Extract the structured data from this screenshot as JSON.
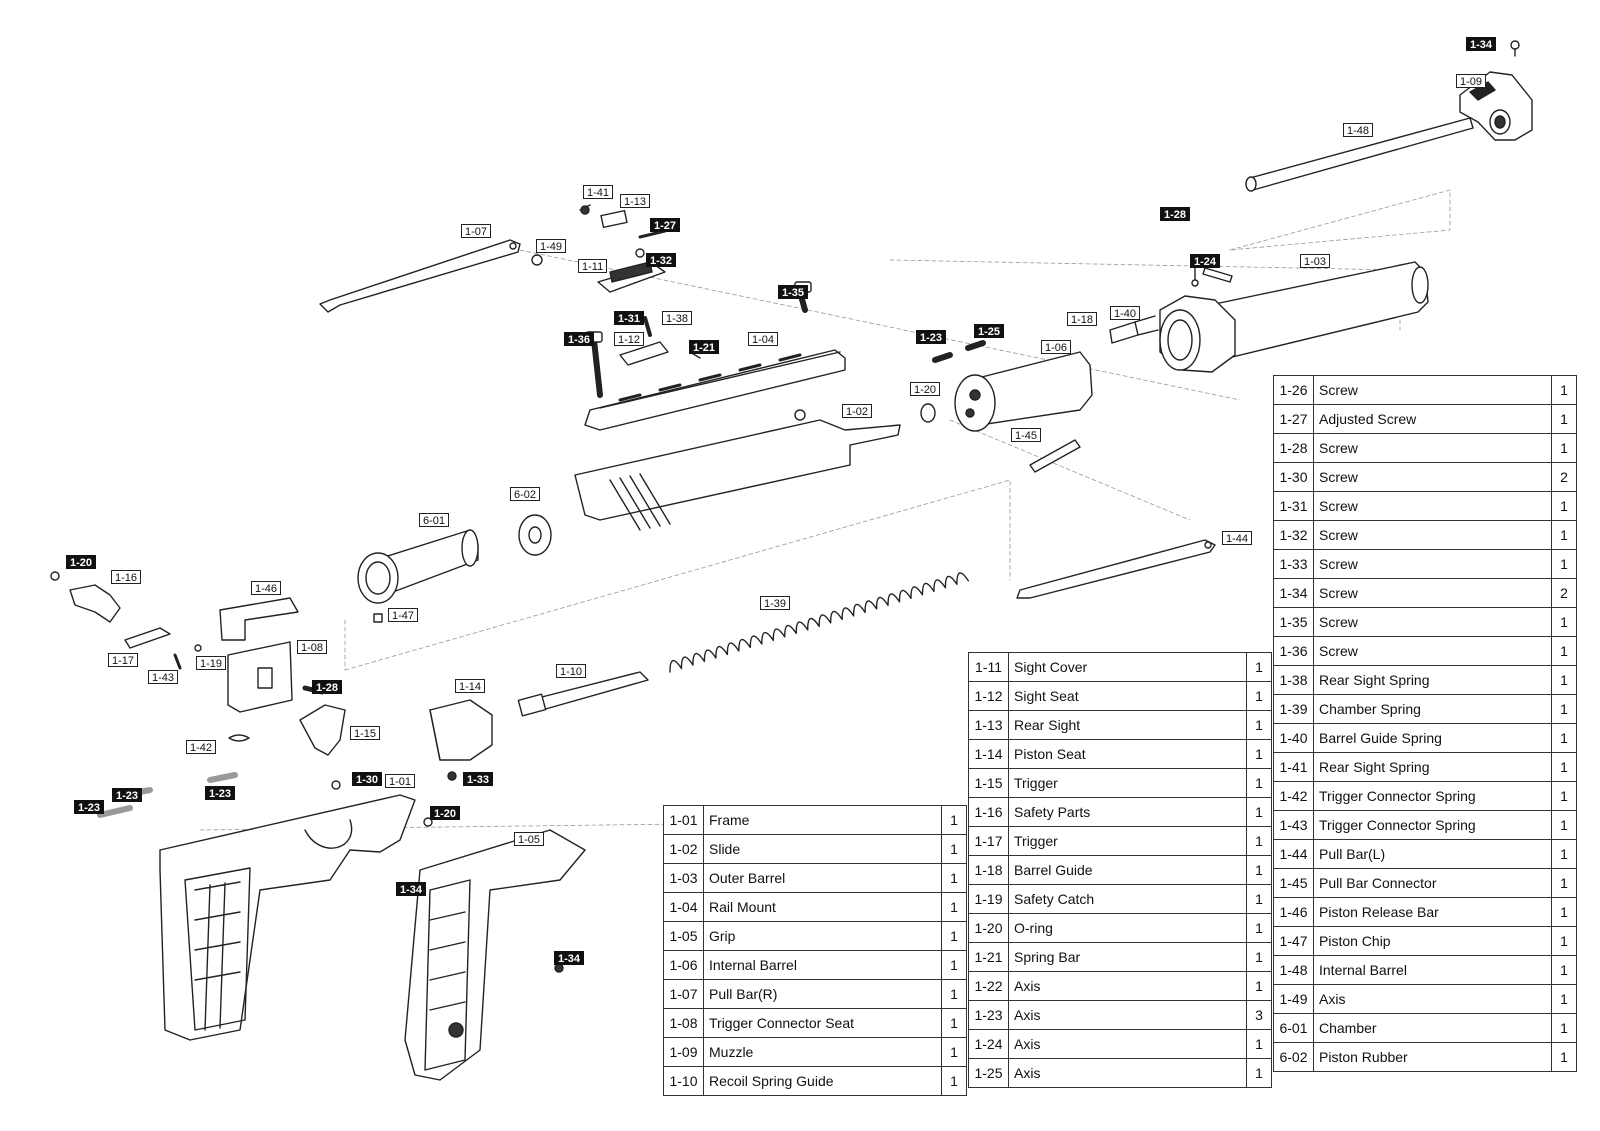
{
  "diagram": {
    "callouts": [
      {
        "id": "c-1-34-top",
        "label": "1-34",
        "style": "black"
      },
      {
        "id": "c-1-09",
        "label": "1-09",
        "style": "white"
      },
      {
        "id": "c-1-48",
        "label": "1-48",
        "style": "white"
      },
      {
        "id": "c-1-41",
        "label": "1-41",
        "style": "white"
      },
      {
        "id": "c-1-13",
        "label": "1-13",
        "style": "white"
      },
      {
        "id": "c-1-27",
        "label": "1-27",
        "style": "black"
      },
      {
        "id": "c-1-07",
        "label": "1-07",
        "style": "white"
      },
      {
        "id": "c-1-49",
        "label": "1-49",
        "style": "white"
      },
      {
        "id": "c-1-32",
        "label": "1-32",
        "style": "black"
      },
      {
        "id": "c-1-11",
        "label": "1-11",
        "style": "white"
      },
      {
        "id": "c-1-28-top",
        "label": "1-28",
        "style": "black"
      },
      {
        "id": "c-1-24",
        "label": "1-24",
        "style": "black"
      },
      {
        "id": "c-1-03",
        "label": "1-03",
        "style": "white"
      },
      {
        "id": "c-1-35",
        "label": "1-35",
        "style": "black"
      },
      {
        "id": "c-1-31",
        "label": "1-31",
        "style": "black"
      },
      {
        "id": "c-1-38",
        "label": "1-38",
        "style": "white"
      },
      {
        "id": "c-1-36",
        "label": "1-36",
        "style": "black"
      },
      {
        "id": "c-1-12",
        "label": "1-12",
        "style": "white"
      },
      {
        "id": "c-1-21",
        "label": "1-21",
        "style": "black"
      },
      {
        "id": "c-1-04",
        "label": "1-04",
        "style": "white"
      },
      {
        "id": "c-1-18",
        "label": "1-18",
        "style": "white"
      },
      {
        "id": "c-1-40",
        "label": "1-40",
        "style": "white"
      },
      {
        "id": "c-1-23-mid",
        "label": "1-23",
        "style": "black"
      },
      {
        "id": "c-1-25",
        "label": "1-25",
        "style": "black"
      },
      {
        "id": "c-1-06",
        "label": "1-06",
        "style": "white"
      },
      {
        "id": "c-1-20-mid",
        "label": "1-20",
        "style": "white"
      },
      {
        "id": "c-1-02",
        "label": "1-02",
        "style": "white"
      },
      {
        "id": "c-1-45",
        "label": "1-45",
        "style": "white"
      },
      {
        "id": "c-6-02",
        "label": "6-02",
        "style": "white"
      },
      {
        "id": "c-6-01",
        "label": "6-01",
        "style": "white"
      },
      {
        "id": "c-1-44",
        "label": "1-44",
        "style": "white"
      },
      {
        "id": "c-1-20-left",
        "label": "1-20",
        "style": "black"
      },
      {
        "id": "c-1-16",
        "label": "1-16",
        "style": "white"
      },
      {
        "id": "c-1-46",
        "label": "1-46",
        "style": "white"
      },
      {
        "id": "c-1-39",
        "label": "1-39",
        "style": "white"
      },
      {
        "id": "c-1-47",
        "label": "1-47",
        "style": "white"
      },
      {
        "id": "c-1-08",
        "label": "1-08",
        "style": "white"
      },
      {
        "id": "c-1-17",
        "label": "1-17",
        "style": "white"
      },
      {
        "id": "c-1-43",
        "label": "1-43",
        "style": "white"
      },
      {
        "id": "c-1-19",
        "label": "1-19",
        "style": "white"
      },
      {
        "id": "c-1-28-left",
        "label": "1-28",
        "style": "black"
      },
      {
        "id": "c-1-14",
        "label": "1-14",
        "style": "white"
      },
      {
        "id": "c-1-10",
        "label": "1-10",
        "style": "white"
      },
      {
        "id": "c-1-15",
        "label": "1-15",
        "style": "white"
      },
      {
        "id": "c-1-42",
        "label": "1-42",
        "style": "white"
      },
      {
        "id": "c-1-30",
        "label": "1-30",
        "style": "black"
      },
      {
        "id": "c-1-01",
        "label": "1-01",
        "style": "white"
      },
      {
        "id": "c-1-33",
        "label": "1-33",
        "style": "black"
      },
      {
        "id": "c-1-23-a",
        "label": "1-23",
        "style": "black"
      },
      {
        "id": "c-1-23-b",
        "label": "1-23",
        "style": "black"
      },
      {
        "id": "c-1-23-c",
        "label": "1-23",
        "style": "black"
      },
      {
        "id": "c-1-20-bot",
        "label": "1-20",
        "style": "black"
      },
      {
        "id": "c-1-05",
        "label": "1-05",
        "style": "white"
      },
      {
        "id": "c-1-34-mid",
        "label": "1-34",
        "style": "black"
      },
      {
        "id": "c-1-34-bot",
        "label": "1-34",
        "style": "black"
      }
    ]
  },
  "parts_table": {
    "col1": [
      {
        "code": "1-01",
        "name": "Frame",
        "qty": "1"
      },
      {
        "code": "1-02",
        "name": "Slide",
        "qty": "1"
      },
      {
        "code": "1-03",
        "name": "Outer Barrel",
        "qty": "1"
      },
      {
        "code": "1-04",
        "name": "Rail Mount",
        "qty": "1"
      },
      {
        "code": "1-05",
        "name": "Grip",
        "qty": "1"
      },
      {
        "code": "1-06",
        "name": "Internal Barrel",
        "qty": "1"
      },
      {
        "code": "1-07",
        "name": "Pull Bar(R)",
        "qty": "1"
      },
      {
        "code": "1-08",
        "name": "Trigger Connector Seat",
        "qty": "1"
      },
      {
        "code": "1-09",
        "name": "Muzzle",
        "qty": "1"
      },
      {
        "code": "1-10",
        "name": "Recoil Spring Guide",
        "qty": "1"
      }
    ],
    "col2": [
      {
        "code": "1-11",
        "name": "Sight Cover",
        "qty": "1"
      },
      {
        "code": "1-12",
        "name": "Sight Seat",
        "qty": "1"
      },
      {
        "code": "1-13",
        "name": "Rear Sight",
        "qty": "1"
      },
      {
        "code": "1-14",
        "name": "Piston Seat",
        "qty": "1"
      },
      {
        "code": "1-15",
        "name": "Trigger",
        "qty": "1"
      },
      {
        "code": "1-16",
        "name": "Safety Parts",
        "qty": "1"
      },
      {
        "code": "1-17",
        "name": "Trigger",
        "qty": "1"
      },
      {
        "code": "1-18",
        "name": "Barrel Guide",
        "qty": "1"
      },
      {
        "code": "1-19",
        "name": "Safety Catch",
        "qty": "1"
      },
      {
        "code": "1-20",
        "name": "O-ring",
        "qty": "1"
      },
      {
        "code": "1-21",
        "name": "Spring Bar",
        "qty": "1"
      },
      {
        "code": "1-22",
        "name": "Axis",
        "qty": "1"
      },
      {
        "code": "1-23",
        "name": "Axis",
        "qty": "3"
      },
      {
        "code": "1-24",
        "name": "Axis",
        "qty": "1"
      },
      {
        "code": "1-25",
        "name": "Axis",
        "qty": "1"
      }
    ],
    "col3": [
      {
        "code": "1-26",
        "name": "Screw",
        "qty": "1"
      },
      {
        "code": "1-27",
        "name": "Adjusted Screw",
        "qty": "1"
      },
      {
        "code": "1-28",
        "name": "Screw",
        "qty": "1"
      },
      {
        "code": "1-30",
        "name": "Screw",
        "qty": "2"
      },
      {
        "code": "1-31",
        "name": "Screw",
        "qty": "1"
      },
      {
        "code": "1-32",
        "name": "Screw",
        "qty": "1"
      },
      {
        "code": "1-33",
        "name": "Screw",
        "qty": "1"
      },
      {
        "code": "1-34",
        "name": "Screw",
        "qty": "2"
      },
      {
        "code": "1-35",
        "name": "Screw",
        "qty": "1"
      },
      {
        "code": "1-36",
        "name": "Screw",
        "qty": "1"
      },
      {
        "code": "1-38",
        "name": "Rear Sight Spring",
        "qty": "1"
      },
      {
        "code": "1-39",
        "name": "Chamber Spring",
        "qty": "1"
      },
      {
        "code": "1-40",
        "name": "Barrel Guide Spring",
        "qty": "1"
      },
      {
        "code": "1-41",
        "name": "Rear Sight Spring",
        "qty": "1"
      },
      {
        "code": "1-42",
        "name": "Trigger Connector Spring",
        "qty": "1"
      },
      {
        "code": "1-43",
        "name": "Trigger Connector Spring",
        "qty": "1"
      },
      {
        "code": "1-44",
        "name": "Pull Bar(L)",
        "qty": "1"
      },
      {
        "code": "1-45",
        "name": "Pull Bar Connector",
        "qty": "1"
      },
      {
        "code": "1-46",
        "name": "Piston Release Bar",
        "qty": "1"
      },
      {
        "code": "1-47",
        "name": "Piston Chip",
        "qty": "1"
      },
      {
        "code": "1-48",
        "name": "Internal Barrel",
        "qty": "1"
      },
      {
        "code": "1-49",
        "name": "Axis",
        "qty": "1"
      },
      {
        "code": "6-01",
        "name": "Chamber",
        "qty": "1"
      },
      {
        "code": "6-02",
        "name": "Piston Rubber",
        "qty": "1"
      }
    ]
  }
}
